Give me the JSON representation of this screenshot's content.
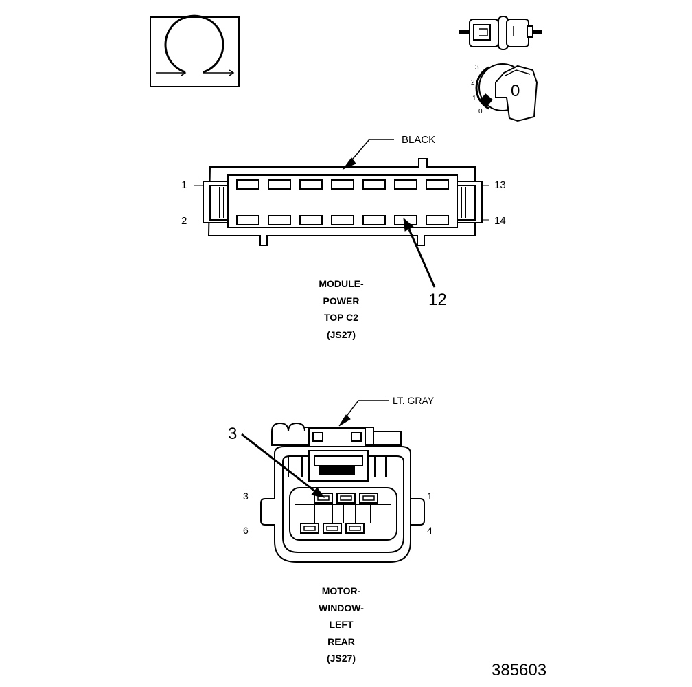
{
  "ohmmeter": {
    "icon": "ohm-symbol-icon"
  },
  "ignition": {
    "icon": "ignition-key-icon",
    "positions": [
      "3",
      "2",
      "1",
      "0"
    ],
    "key_label": "0"
  },
  "connector_top": {
    "color_label": "BLACK",
    "pin_labels": {
      "top_left": "1",
      "bottom_left": "2",
      "top_right": "13",
      "bottom_right": "14"
    },
    "callout_pin": "12",
    "title_lines": [
      "MODULE-",
      "POWER",
      "TOP C2",
      "(JS27)"
    ]
  },
  "connector_bottom": {
    "color_label": "LT. GRAY",
    "pin_labels": {
      "top_left": "3",
      "bottom_left": "6",
      "top_right": "1",
      "bottom_right": "4"
    },
    "callout_pin": "3",
    "title_lines": [
      "MOTOR-",
      "WINDOW-",
      "LEFT",
      "REAR",
      "(JS27)"
    ]
  },
  "figure_number": "385603"
}
